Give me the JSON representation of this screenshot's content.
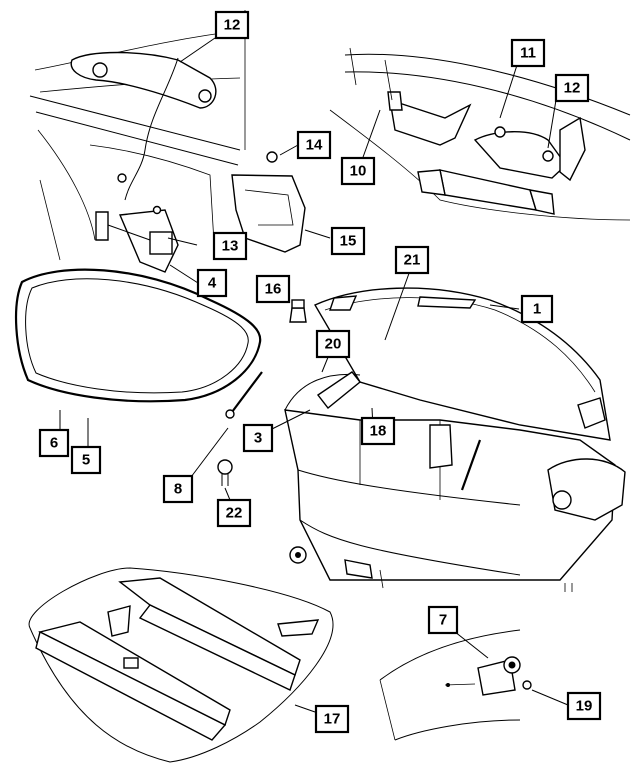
{
  "callouts": {
    "c1": "1",
    "c3": "3",
    "c4": "4",
    "c5": "5",
    "c6": "6",
    "c7": "7",
    "c8": "8",
    "c10": "10",
    "c11": "11",
    "c12a": "12",
    "c12b": "12",
    "c13": "13",
    "c14": "14",
    "c15": "15",
    "c16": "16",
    "c17": "17",
    "c18": "18",
    "c19": "19",
    "c20": "20",
    "c21": "21",
    "c22": "22"
  }
}
